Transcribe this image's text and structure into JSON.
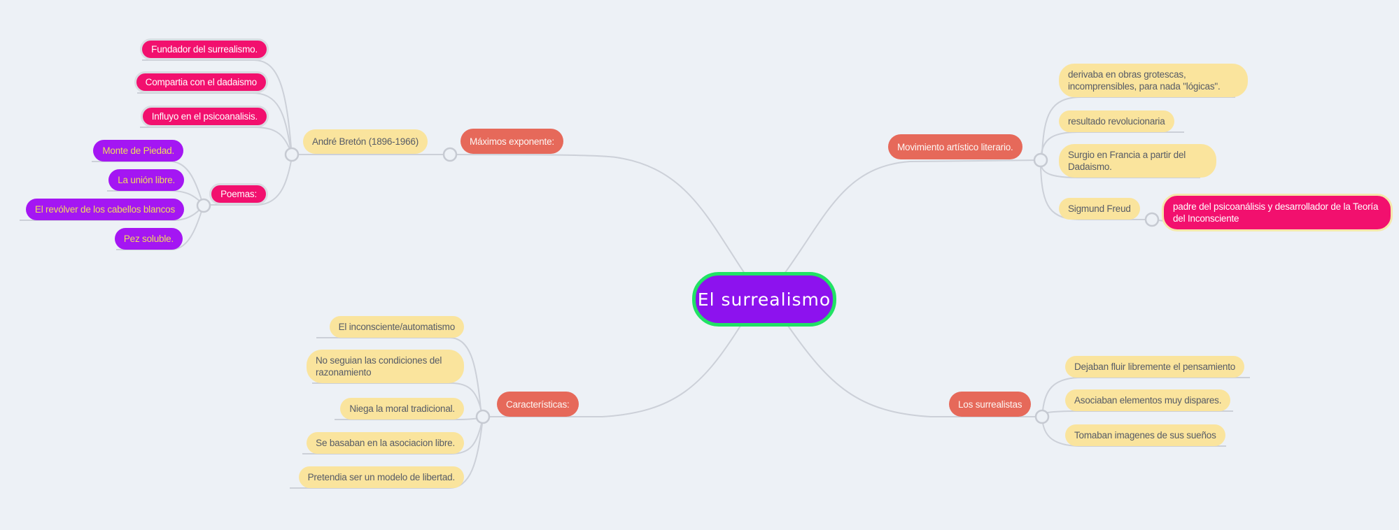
{
  "colors": {
    "background": "#edf1f6",
    "edge": "#ccd0d8",
    "root_fill": "#8d12ee",
    "root_border": "#21e264",
    "salmon": "#e6695a",
    "yellow": "#fae49d",
    "pink": "#f2106e",
    "purple": "#a416f3",
    "pink_ring_gray": "#d9dce2",
    "pink_ring_yellow": "#f5e8ac",
    "yellow_text": "#565b66",
    "purple_text": "#efdc5d"
  },
  "map": {
    "root": {
      "label": "El surrealismo"
    },
    "maximos": {
      "label": "Máximos exponente:",
      "andre": {
        "label": "André Bretón (1896-1966)",
        "facts": [
          "Fundador del surrealismo.",
          "Compartia con el dadaismo",
          "Influyo en el psicoanalisis."
        ],
        "poemas": {
          "label": "Poemas:",
          "works": [
            "Monte de Piedad.",
            "La unión libre.",
            "El revólver de los cabellos blancos",
            "Pez soluble."
          ]
        }
      }
    },
    "movimiento": {
      "label": "Movimiento artístico literario.",
      "facts": [
        "derivaba en obras grotescas, incomprensibles, para nada \"lógicas\".",
        "resultado revolucionaria",
        "Surgio en Francia a partir del Dadaismo."
      ],
      "freud": {
        "label": "Sigmund Freud",
        "detail": "padre del psicoanálisis y desarrollador de la Teoría del Inconsciente"
      }
    },
    "caracteristicas": {
      "label": "Características:",
      "items": [
        "El inconsciente/automatismo",
        "No seguian las condiciones del razonamiento",
        "Niega la moral tradicional.",
        "Se basaban en la asociacion libre.",
        "Pretendia ser un modelo de libertad."
      ]
    },
    "surrealistas": {
      "label": "Los surrealistas",
      "items": [
        "Dejaban fluir libremente el pensamiento",
        "Asociaban elementos muy dispares.",
        "Tomaban imagenes de sus sueños"
      ]
    }
  }
}
